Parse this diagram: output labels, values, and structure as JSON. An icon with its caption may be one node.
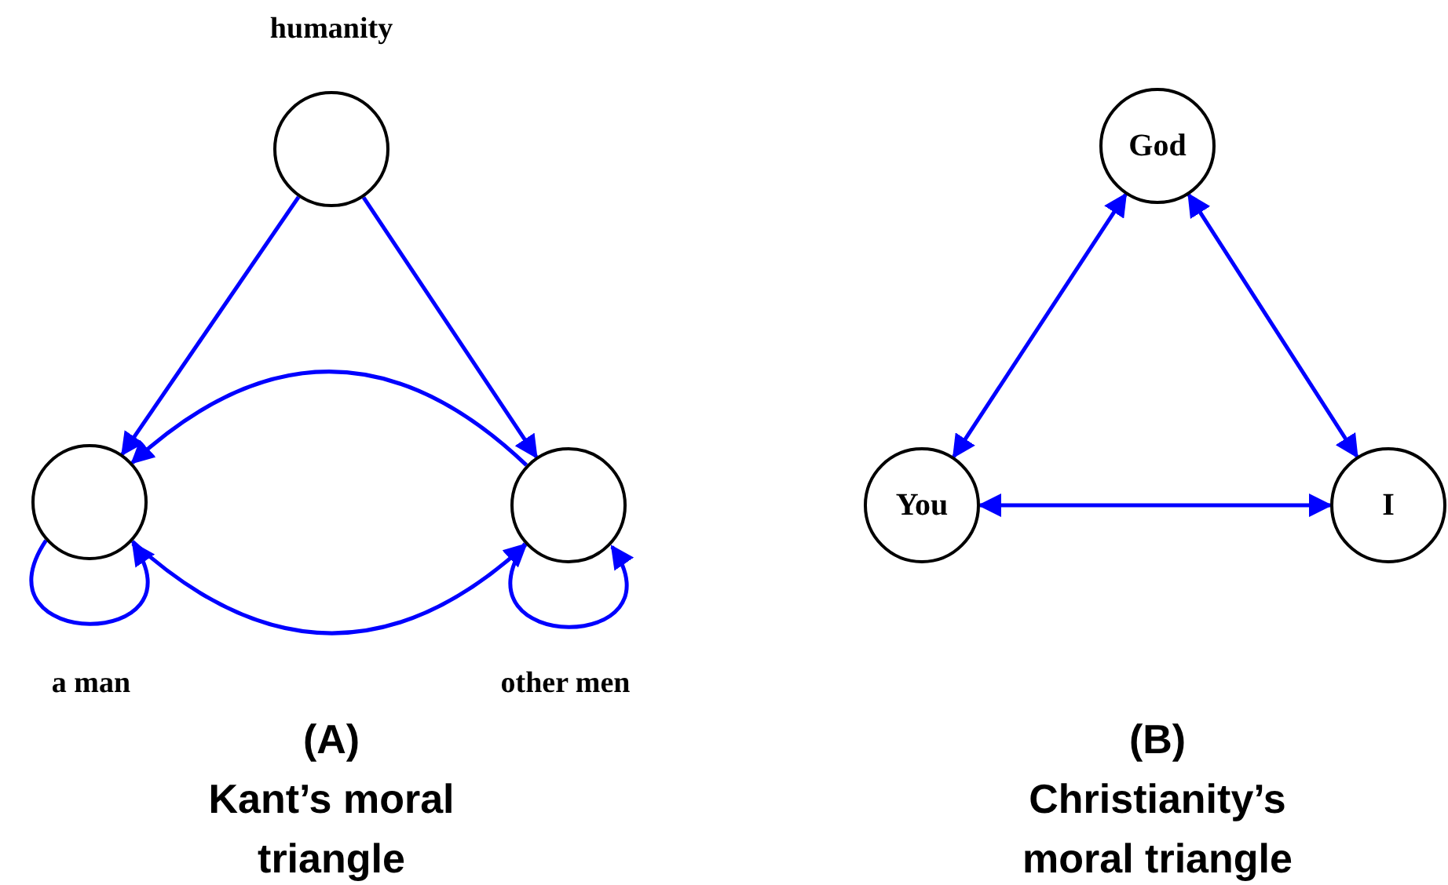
{
  "diagram": {
    "nodes": [
      {
        "text": [],
        "shape": "circle",
        "beside": [
          "humanity"
        ]
      },
      {
        "text": [],
        "shape": "circle",
        "beside": [
          "a man"
        ]
      },
      {
        "text": [],
        "shape": "circle",
        "beside": [
          "other men"
        ]
      },
      {
        "text": [
          "God"
        ]
      },
      {
        "text": [
          "You"
        ]
      },
      {
        "text": [
          "I"
        ]
      }
    ],
    "edges": [
      {
        "from": 0,
        "to": 1,
        "arrow": "to"
      },
      {
        "from": 0,
        "to": 2,
        "arrow": "to"
      },
      {
        "from": 2,
        "to": 1,
        "arrow": "to"
      },
      {
        "from": 1,
        "to": 2,
        "arrow": "to"
      },
      {
        "from": 1,
        "to": 1,
        "arrow": "to"
      },
      {
        "from": 2,
        "to": 2,
        "arrow": "to"
      },
      {
        "from": 4,
        "to": 3,
        "arrow": "both"
      },
      {
        "from": 3,
        "to": 5,
        "arrow": "both"
      },
      {
        "from": 4,
        "to": 5,
        "arrow": "both"
      }
    ],
    "labels": [
      "(A)",
      "Kant’s moral triangle",
      "(B)",
      "Christianity’s moral triangle"
    ]
  }
}
